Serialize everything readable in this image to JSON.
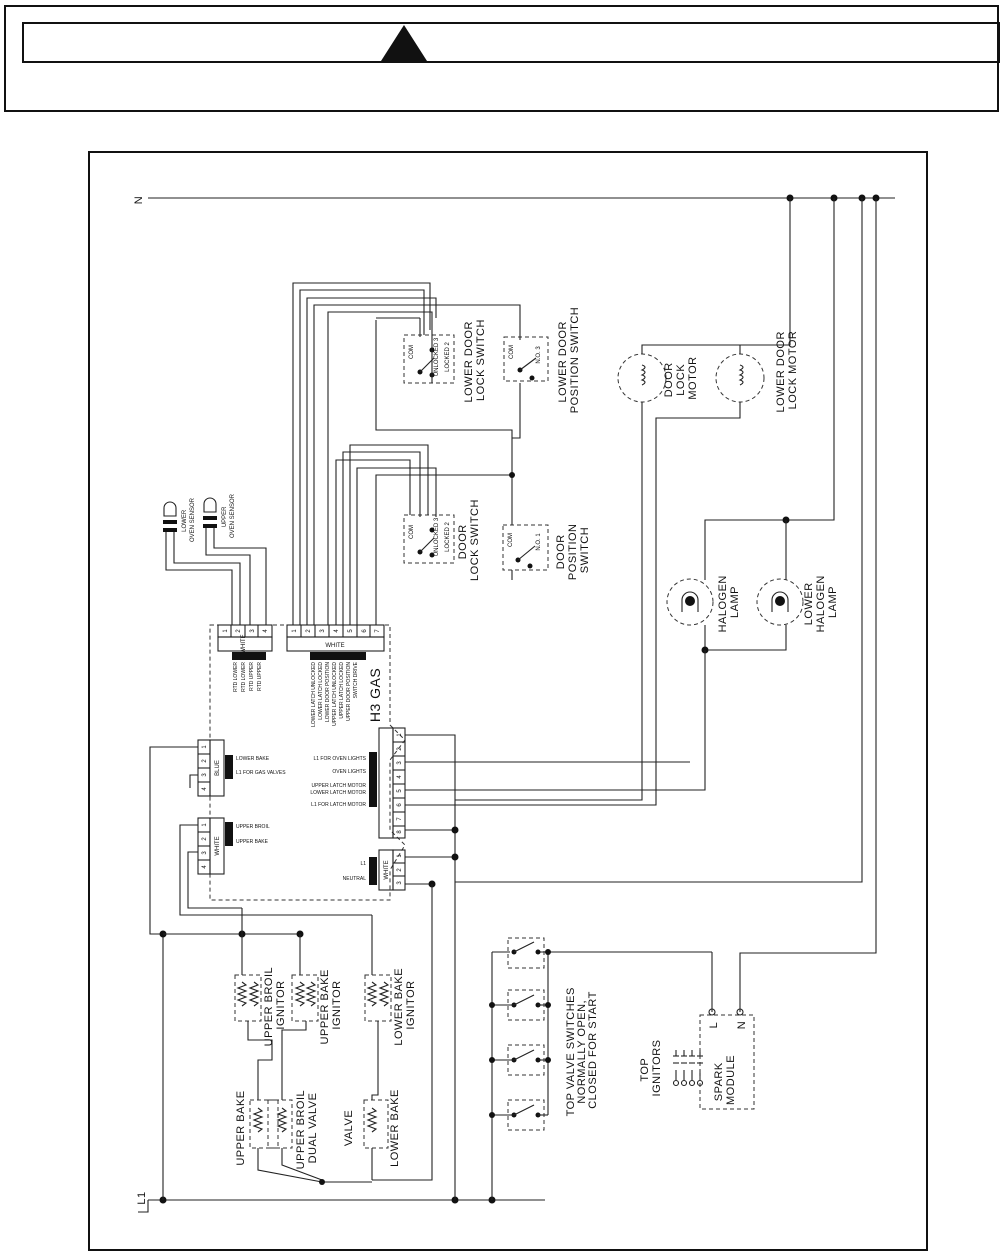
{
  "labels": {
    "n": "N",
    "l1": "L1",
    "lower_door_lock_switch": [
      "LOWER DOOR",
      "LOCK SWITCH"
    ],
    "lower_door_position_switch": [
      "LOWER DOOR",
      "POSITION SWITCH"
    ],
    "door_lock_motor": [
      "DOOR",
      "LOCK",
      "MOTOR"
    ],
    "lower_door_lock_motor": [
      "LOWER DOOR",
      "LOCK MOTOR"
    ],
    "door_lock_switch": [
      "DOOR",
      "LOCK SWITCH"
    ],
    "door_position_switch": [
      "DOOR",
      "POSITION",
      "SWITCH"
    ],
    "halogen_lamp": [
      "HALOGEN",
      "LAMP"
    ],
    "lower_halogen_lamp": [
      "LOWER",
      "HALOGEN",
      "LAMP"
    ],
    "lower_oven_sensor": [
      "LOWER",
      "OVEN SENSOR"
    ],
    "upper_oven_sensor": [
      "UPPER",
      "OVEN SENSOR"
    ],
    "h3_gas": "H3 GAS",
    "upper_broil_ignitor": [
      "UPPER BROIL",
      "IGNITOR"
    ],
    "upper_bake_ignitor": [
      "UPPER BAKE",
      "IGNITOR"
    ],
    "lower_bake_ignitor": [
      "LOWER BAKE",
      "IGNITOR"
    ],
    "upper_bake": "UPPER BAKE",
    "upper_broil_dual_valve": [
      "UPPER BROIL",
      "DUAL VALVE"
    ],
    "valve": "VALVE",
    "lower_bake": "LOWER BAKE",
    "top_valve_switches": [
      "TOP VALVE SWITCHES",
      "NORMALLY OPEN,",
      "CLOSED FOR START"
    ],
    "top_ignitors": [
      "TOP",
      "IGNITORS"
    ],
    "spark_module": [
      "SPARK",
      "MODULE"
    ],
    "spark_l": "L",
    "spark_n": "N"
  },
  "switch_terms": {
    "com": "COM",
    "unlocked": "UNLOCKED 3",
    "locked": "LOCKED 2",
    "no": "N.O. 3",
    "no_small": "N.O. 1"
  },
  "connectors": {
    "white_left": {
      "label": "WHITE",
      "pins": [
        "1",
        "2",
        "3",
        "4"
      ],
      "functions": [
        "RTD LOWER",
        "RTD LOWER",
        "RTD UPPER",
        "RTD UPPER"
      ]
    },
    "white_top": {
      "label": "WHITE",
      "pins": [
        "1",
        "2",
        "3",
        "4",
        "5",
        "6",
        "7"
      ],
      "functions": [
        "LOWER LATCH UNLOCKED",
        "LOWER LATCH LOCKED",
        "LOWER DOOR POSITION",
        "UPPER LATCH UNLOCKED",
        "UPPER LATCH LOCKED",
        "UPPER DOOR POSITION",
        "SWITCH DRIVE"
      ]
    },
    "blue": {
      "label": "BLUE",
      "pins": [
        "1",
        "2",
        "3",
        "4"
      ],
      "functions": [
        "LOWER BAKE",
        "L1 FOR GAS VALVES"
      ]
    },
    "white_bake": {
      "label": "WHITE",
      "pins": [
        "1",
        "2",
        "3",
        "4"
      ],
      "functions": [
        "UPPER BROIL",
        "UPPER BAKE"
      ]
    },
    "right_top": {
      "pins": [
        "1",
        "2",
        "3",
        "4",
        "5",
        "6",
        "7",
        "8"
      ],
      "functions": [
        "L1 FOR OVEN LIGHTS",
        "OVEN LIGHTS",
        "UPPER LATCH MOTOR",
        "LOWER LATCH MOTOR",
        "L1 FOR LATCH MOTOR"
      ]
    },
    "right_bottom": {
      "label": "WHITE",
      "pins": [
        "1",
        "2",
        "3"
      ],
      "functions": [
        "L1",
        "NEUTRAL"
      ]
    }
  }
}
